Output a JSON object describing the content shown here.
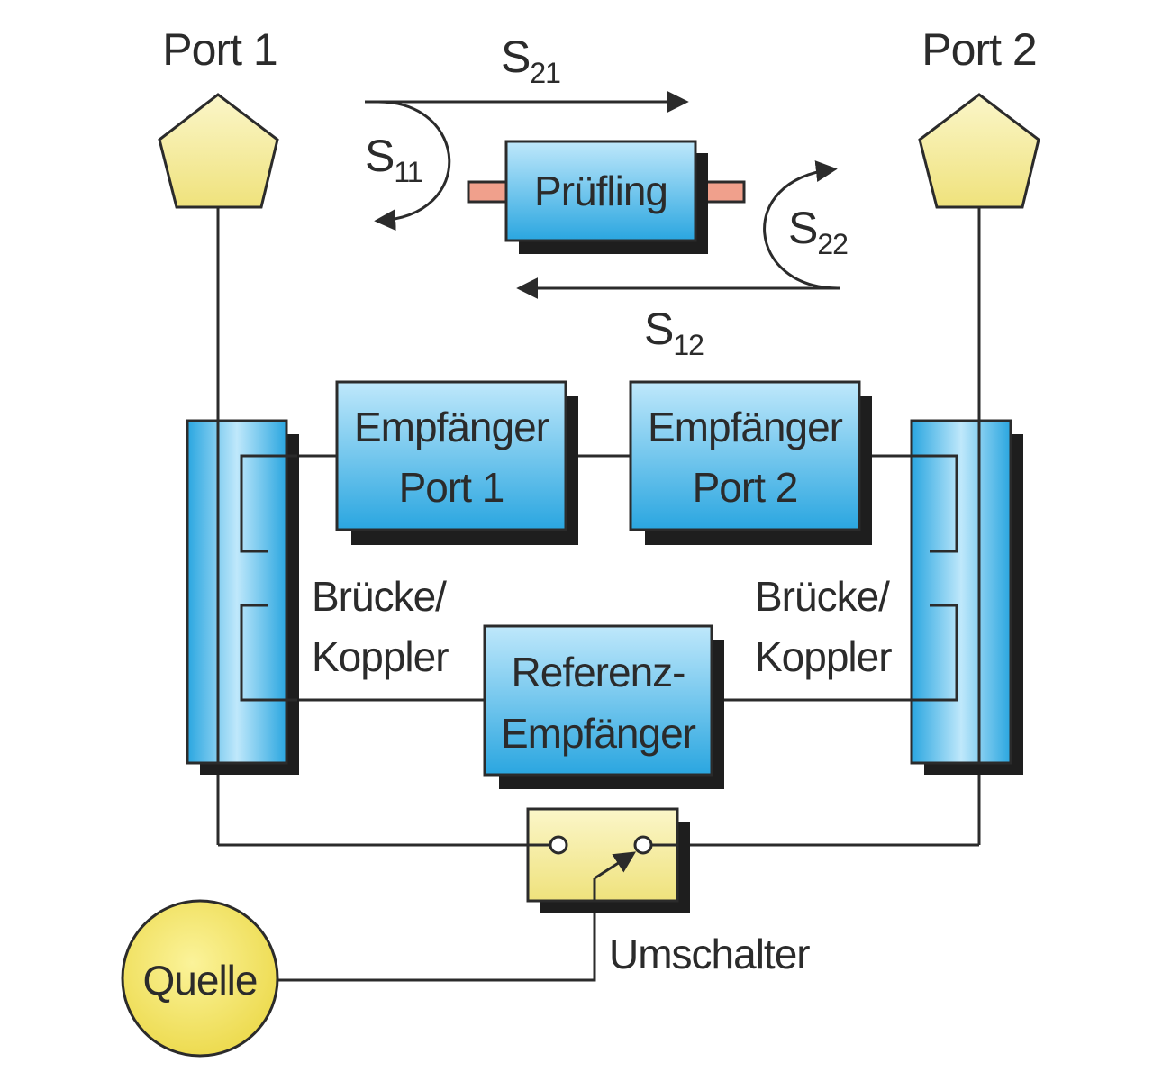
{
  "ports": {
    "port1": "Port 1",
    "port2": "Port 2"
  },
  "s_params": {
    "s21": {
      "base": "S",
      "sub": "21"
    },
    "s11": {
      "base": "S",
      "sub": "11"
    },
    "s22": {
      "base": "S",
      "sub": "22"
    },
    "s12": {
      "base": "S",
      "sub": "12"
    }
  },
  "dut": {
    "label": "Prüfling"
  },
  "receivers": {
    "port1": {
      "line1": "Empfänger",
      "line2": "Port 1"
    },
    "port2": {
      "line1": "Empfänger",
      "line2": "Port 2"
    },
    "reference": {
      "line1": "Referenz-",
      "line2": "Empfänger"
    }
  },
  "couplers": {
    "left": {
      "line1": "Brücke/",
      "line2": "Koppler"
    },
    "right": {
      "line1": "Brücke/",
      "line2": "Koppler"
    }
  },
  "switch": {
    "label": "Umschalter"
  },
  "source": {
    "label": "Quelle"
  },
  "colors": {
    "pentagon_fill": "#f7ef9e",
    "box_top": "#b5e4fa",
    "box_bottom": "#2aa6e0",
    "shadow": "#1e1e1e",
    "switch_fill": "#f3ea9b",
    "source_fill": "#f4e566",
    "stub": "#f0a08c",
    "line": "#2b2b2b"
  }
}
